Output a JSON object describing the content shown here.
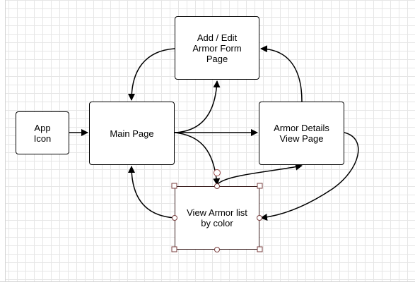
{
  "diagram": {
    "nodes": [
      {
        "id": "app-icon",
        "label": "App\nIcon"
      },
      {
        "id": "main-page",
        "label": "Main Page"
      },
      {
        "id": "add-edit",
        "label": "Add / Edit\nArmor Form\nPage"
      },
      {
        "id": "armor-details",
        "label": "Armor Details\nView Page"
      },
      {
        "id": "view-list",
        "label": "View Armor list\nby color"
      }
    ],
    "edges": [
      {
        "from": "app-icon",
        "to": "main-page"
      },
      {
        "from": "main-page",
        "to": "add-edit"
      },
      {
        "from": "add-edit",
        "to": "main-page"
      },
      {
        "from": "main-page",
        "to": "armor-details"
      },
      {
        "from": "armor-details",
        "to": "add-edit"
      },
      {
        "from": "main-page",
        "to": "view-list"
      },
      {
        "from": "view-list",
        "to": "main-page"
      },
      {
        "from": "view-list",
        "to": "armor-details"
      },
      {
        "from": "armor-details",
        "to": "view-list"
      }
    ],
    "selected_node": "view-list",
    "colors": {
      "stroke": "#000000",
      "selection_handle": "#7a3f3f",
      "grid": "#e6e6e6",
      "background": "#ffffff"
    }
  }
}
